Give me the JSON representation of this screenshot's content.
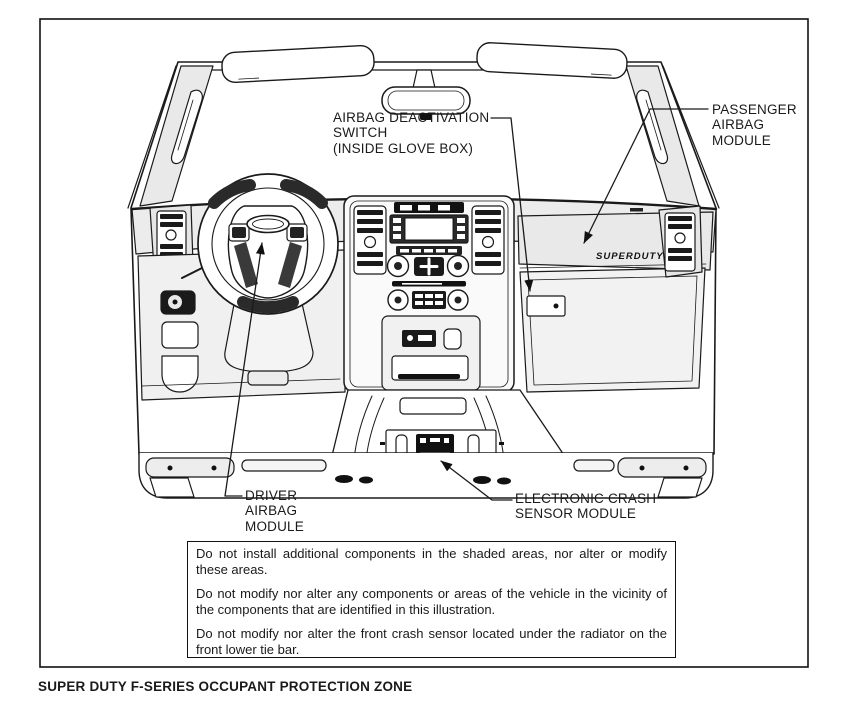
{
  "figure": {
    "caption": "SUPER DUTY F-SERIES OCCUPANT PROTECTION ZONE",
    "badge_text": "SUPERDUTY",
    "callouts": {
      "airbag_deactivation_switch": {
        "lines": [
          "AIRBAG DEACTIVATION",
          "SWITCH",
          "(INSIDE GLOVE BOX)"
        ]
      },
      "passenger_airbag_module": {
        "lines": [
          "PASSENGER",
          "AIRBAG",
          "MODULE"
        ]
      },
      "driver_airbag_module": {
        "lines": [
          "DRIVER",
          "AIRBAG",
          "MODULE"
        ]
      },
      "electronic_crash_sensor_module": {
        "lines": [
          "ELECTRONIC CRASH",
          "SENSOR MODULE"
        ]
      }
    },
    "notes": {
      "items": [
        "Do not install additional components in the shaded areas, nor alter or modify these areas.",
        "Do not modify nor alter any components or areas of the vehicle in the vicinity of the components that are identified in this illustration.",
        "Do not modify nor alter the front crash sensor located under the radiator on the front lower tie bar."
      ]
    },
    "colors": {
      "ink": "#1a1a1a",
      "shade": "#e9e9e9"
    }
  }
}
